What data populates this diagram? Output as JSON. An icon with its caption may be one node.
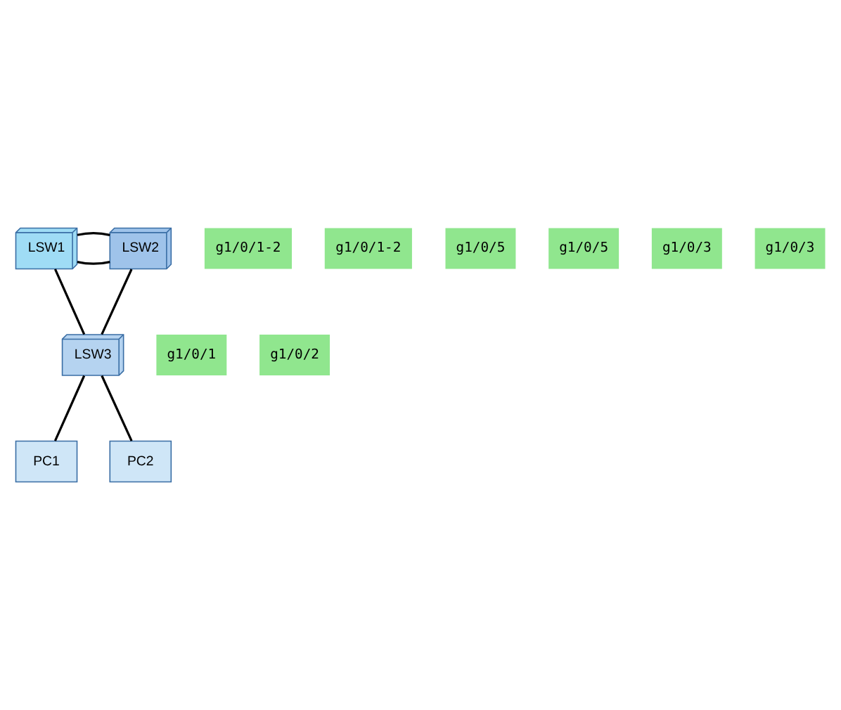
{
  "diagram": {
    "nodes": [
      {
        "text": [
          "LSW1"
        ]
      },
      {
        "text": [
          "LSW2"
        ]
      },
      {
        "text": [
          "LSW3"
        ]
      },
      {
        "text": [
          "PC1"
        ]
      },
      {
        "text": [
          "PC2"
        ]
      }
    ],
    "edges": [
      {
        "from": 0,
        "to": 1,
        "arrow": "none"
      },
      {
        "from": 0,
        "to": 1,
        "arrow": "none"
      },
      {
        "from": 0,
        "to": 2,
        "arrow": "none"
      },
      {
        "from": 1,
        "to": 2,
        "arrow": "none"
      },
      {
        "from": 2,
        "to": 3,
        "arrow": "none"
      },
      {
        "from": 2,
        "to": 4,
        "arrow": "none"
      }
    ],
    "labels": [
      "g1/0/1-2",
      "g1/0/1-2",
      "g1/0/5",
      "g1/0/5",
      "g1/0/3",
      "g1/0/3",
      "g1/0/1",
      "g1/0/2"
    ]
  }
}
